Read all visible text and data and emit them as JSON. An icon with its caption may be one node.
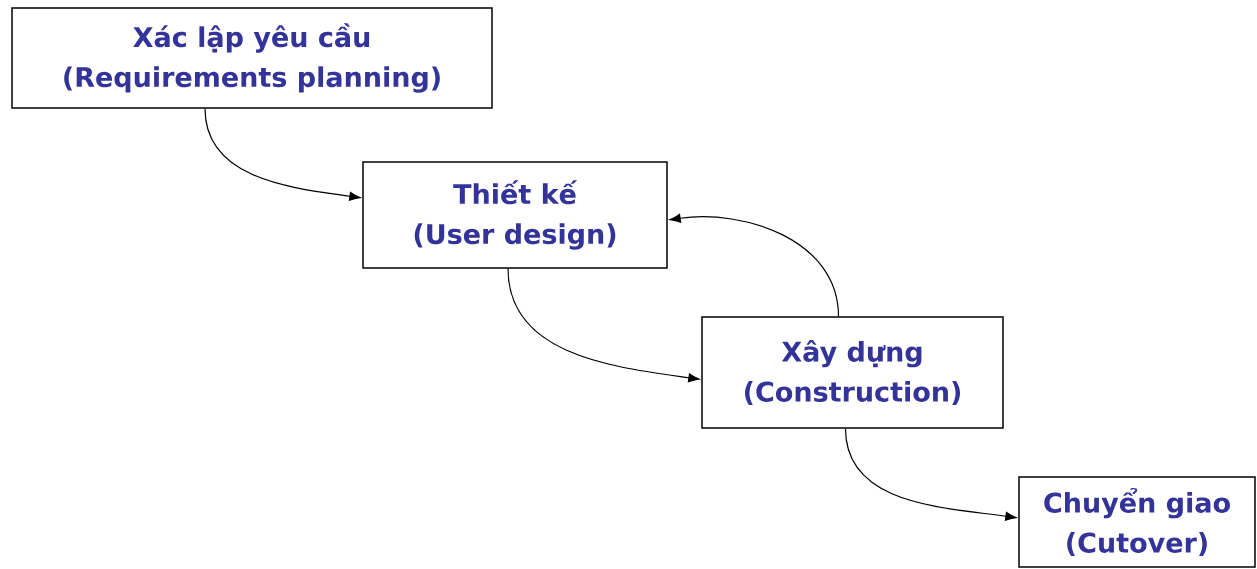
{
  "diagram": {
    "nodes": [
      {
        "text": [
          "Xác lập yêu cầu",
          "(Requirements planning)"
        ]
      },
      {
        "text": [
          "Thiết kế",
          "(User design)"
        ]
      },
      {
        "text": [
          "Xây dựng",
          "(Construction)"
        ]
      },
      {
        "text": [
          "Chuyển giao",
          "(Cutover)"
        ]
      }
    ],
    "edges": [
      {
        "from": 0,
        "to": 1,
        "arrow": "to"
      },
      {
        "from": 1,
        "to": 2,
        "arrow": "to"
      },
      {
        "from": 2,
        "to": 1,
        "arrow": "to"
      },
      {
        "from": 2,
        "to": 3,
        "arrow": "to"
      }
    ]
  }
}
